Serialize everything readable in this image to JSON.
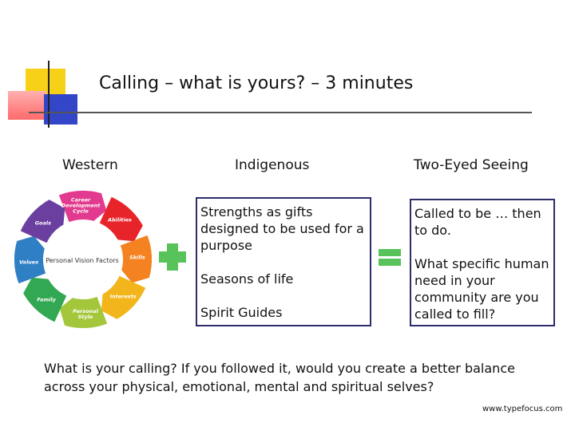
{
  "slide": {
    "title": "Calling – what is yours? – 3 minutes",
    "columns": {
      "western": "Western",
      "indigenous": "Indigenous",
      "two_eyed": "Two-Eyed Seeing"
    },
    "indigenous_box": {
      "item1": "Strengths as gifts designed to be used for a purpose",
      "item2": "Seasons of life",
      "item3": "Spirit Guides"
    },
    "two_eyed_box": {
      "item1": "Called to be … then to do.",
      "item2": "What specific human need in your community are you called to fill?"
    },
    "question": "What is your calling? If you followed it, would you create a better balance across your physical, emotional, mental and spiritual selves?",
    "credit": "www.typefocus.com"
  },
  "cycle_diagram": {
    "center_label": "Personal Vision Factors",
    "segments": [
      {
        "label1": "Career",
        "label2": "Development",
        "label3": "Cycle",
        "color": "#e23a8f"
      },
      {
        "label1": "Abilities",
        "label2": "",
        "label3": "",
        "color": "#e8242b"
      },
      {
        "label1": "Skills",
        "label2": "",
        "label3": "",
        "color": "#f58220"
      },
      {
        "label1": "Interests",
        "label2": "",
        "label3": "",
        "color": "#f2b51b"
      },
      {
        "label1": "Personal",
        "label2": "Style",
        "label3": "",
        "color": "#a4c63b"
      },
      {
        "label1": "Family",
        "label2": "",
        "label3": "",
        "color": "#33a852"
      },
      {
        "label1": "Values",
        "label2": "",
        "label3": "",
        "color": "#2f7fc4"
      },
      {
        "label1": "Goals",
        "label2": "",
        "label3": "",
        "color": "#6b3fa0"
      }
    ]
  },
  "colors": {
    "accent_green": "#58c25b",
    "box_border": "#2d2d6b"
  }
}
